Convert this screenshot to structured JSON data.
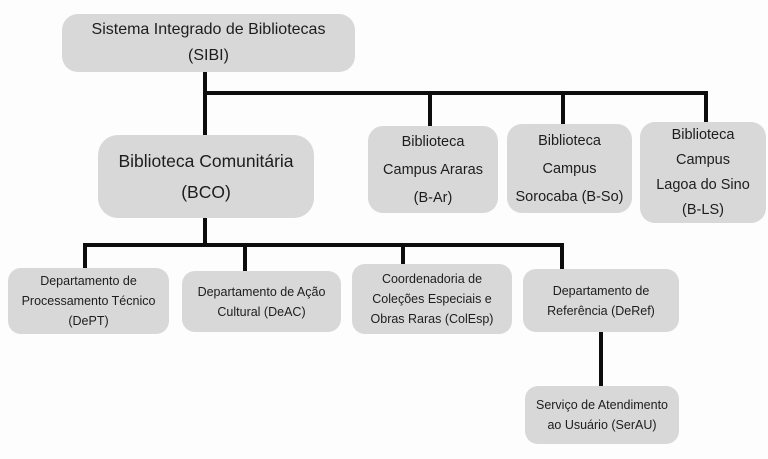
{
  "colors": {
    "box_fill": "#d8d8d8",
    "line": "#0d0d0d",
    "text": "#1d1d1d",
    "background": "#fdfdfd"
  },
  "nodes": {
    "sibi": "Sistema Integrado de Bibliotecas\n(SIBI)",
    "bco": "Biblioteca Comunitária\n(BCO)",
    "b_ar": "Biblioteca\nCampus Araras\n(B-Ar)",
    "b_so": "Biblioteca\nCampus\nSorocaba (B-So)",
    "b_ls": "Biblioteca\nCampus\nLagoa do Sino\n(B-LS)",
    "dept": "Departamento de\nProcessamento Técnico\n(DePT)",
    "deac": "Departamento de Ação\nCultural (DeAC)",
    "colesp": "Coordenadoria de\nColeções Especiais e\nObras Raras (ColEsp)",
    "deref": "Departamento de\nReferência (DeRef)",
    "serau": "Serviço de Atendimento\nao Usuário (SerAU)"
  },
  "hierarchy": {
    "SIBI": [
      "BCO",
      "B-Ar",
      "B-So",
      "B-LS"
    ],
    "BCO": [
      "DePT",
      "DeAC",
      "ColEsp",
      "DeRef"
    ],
    "DeRef": [
      "SerAU"
    ]
  }
}
